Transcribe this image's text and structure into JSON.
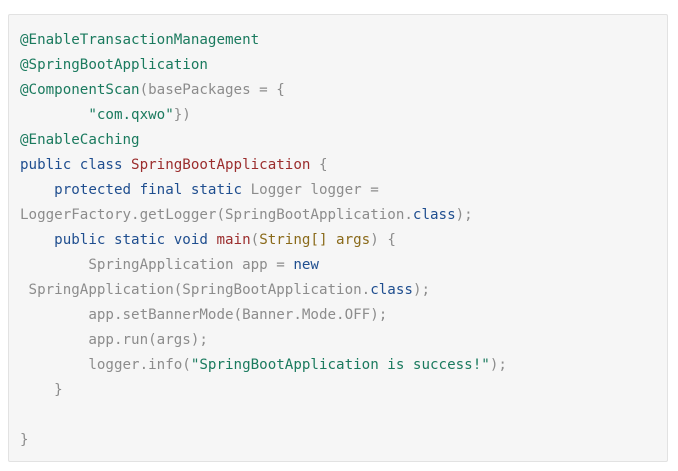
{
  "colors": {
    "background": "#f6f6f6",
    "border": "#e2e2e2",
    "annotation": "#1a7a5e",
    "keyword": "#1f4e8f",
    "classname": "#9b2d2d",
    "string": "#1a7a5e",
    "method": "#9b2d2d",
    "param": "#8a6a1a",
    "plain": "#8c8c8c"
  },
  "code_lines": [
    [
      {
        "t": "annotation",
        "v": "@EnableTransactionManagement"
      }
    ],
    [
      {
        "t": "annotation",
        "v": "@SpringBootApplication"
      }
    ],
    [
      {
        "t": "annotation",
        "v": "@ComponentScan"
      },
      {
        "t": "plain",
        "v": "(basePackages = {"
      }
    ],
    [
      {
        "t": "plain",
        "v": "        "
      },
      {
        "t": "string",
        "v": "\"com.qxwo\""
      },
      {
        "t": "plain",
        "v": "})"
      }
    ],
    [
      {
        "t": "annotation",
        "v": "@EnableCaching"
      }
    ],
    [
      {
        "t": "keyword",
        "v": "public class "
      },
      {
        "t": "classname",
        "v": "SpringBootApplication"
      },
      {
        "t": "plain",
        "v": " {"
      }
    ],
    [
      {
        "t": "plain",
        "v": "    "
      },
      {
        "t": "keyword",
        "v": "protected final static "
      },
      {
        "t": "plain",
        "v": "Logger logger ="
      }
    ],
    [
      {
        "t": "plain",
        "v": "LoggerFactory.getLogger(SpringBootApplication."
      },
      {
        "t": "keyword",
        "v": "class"
      },
      {
        "t": "plain",
        "v": ");"
      }
    ],
    [
      {
        "t": "plain",
        "v": "    "
      },
      {
        "t": "keyword",
        "v": "public static void "
      },
      {
        "t": "method",
        "v": "main"
      },
      {
        "t": "plain",
        "v": "("
      },
      {
        "t": "param",
        "v": "String[] args"
      },
      {
        "t": "plain",
        "v": ") {"
      }
    ],
    [
      {
        "t": "plain",
        "v": "        SpringApplication app = "
      },
      {
        "t": "keyword",
        "v": "new"
      }
    ],
    [
      {
        "t": "plain",
        "v": " SpringApplication(SpringBootApplication."
      },
      {
        "t": "keyword",
        "v": "class"
      },
      {
        "t": "plain",
        "v": ");"
      }
    ],
    [
      {
        "t": "plain",
        "v": "        app.setBannerMode(Banner.Mode.OFF);"
      }
    ],
    [
      {
        "t": "plain",
        "v": "        app.run(args);"
      }
    ],
    [
      {
        "t": "plain",
        "v": "        logger.info("
      },
      {
        "t": "string",
        "v": "\"SpringBootApplication is success!\""
      },
      {
        "t": "plain",
        "v": ");"
      }
    ],
    [
      {
        "t": "plain",
        "v": "    }"
      }
    ],
    [],
    [
      {
        "t": "plain",
        "v": "}"
      }
    ]
  ]
}
